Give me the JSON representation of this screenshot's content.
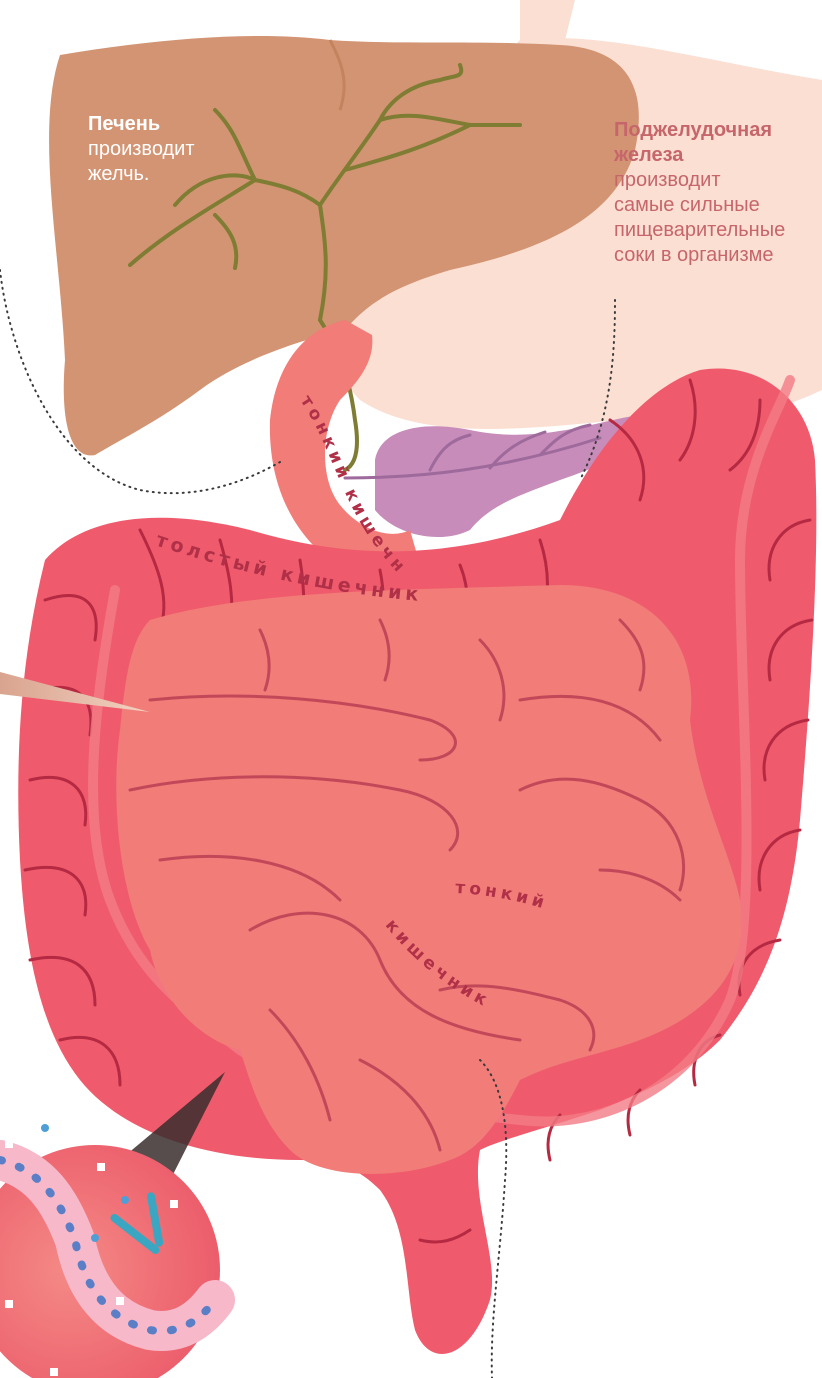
{
  "labels": {
    "liver": {
      "name": "Печень",
      "desc_lines": [
        "производит",
        "желчь."
      ]
    },
    "pancreas": {
      "name_lines": [
        "Поджелудочная",
        "железа"
      ],
      "desc_lines": [
        "производит",
        "самые сильные",
        "пищеварительные",
        "соки в организме"
      ]
    }
  },
  "organ_text": {
    "duodenum": "тонкий кишечник",
    "colon": "толстый кишечник",
    "small_intestine_1": "тонкий",
    "small_intestine_2": "кишечник"
  },
  "colors": {
    "liver": "#d29473",
    "stomach": "#fbdfd2",
    "pancreas": "#c78cba",
    "colon": "#ef5b6c",
    "colon_shadow": "#b52a42",
    "small_intestine": "#f17c78",
    "bile_duct": "#7f7d33"
  }
}
